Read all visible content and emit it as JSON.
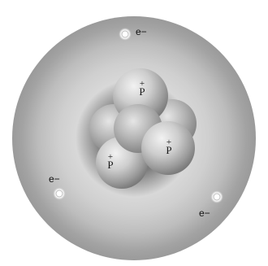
{
  "atom": {
    "electron_label": "e−",
    "proton_symbol": "P",
    "proton_charge": "+",
    "electron_count": 3,
    "proton_count": 3,
    "colors": {
      "cloud_edge": "#9a9a9a",
      "cloud_mid": "#d6d6d6",
      "cloud_core": "#4a4a4a",
      "particle": "#c9c9c9"
    }
  }
}
